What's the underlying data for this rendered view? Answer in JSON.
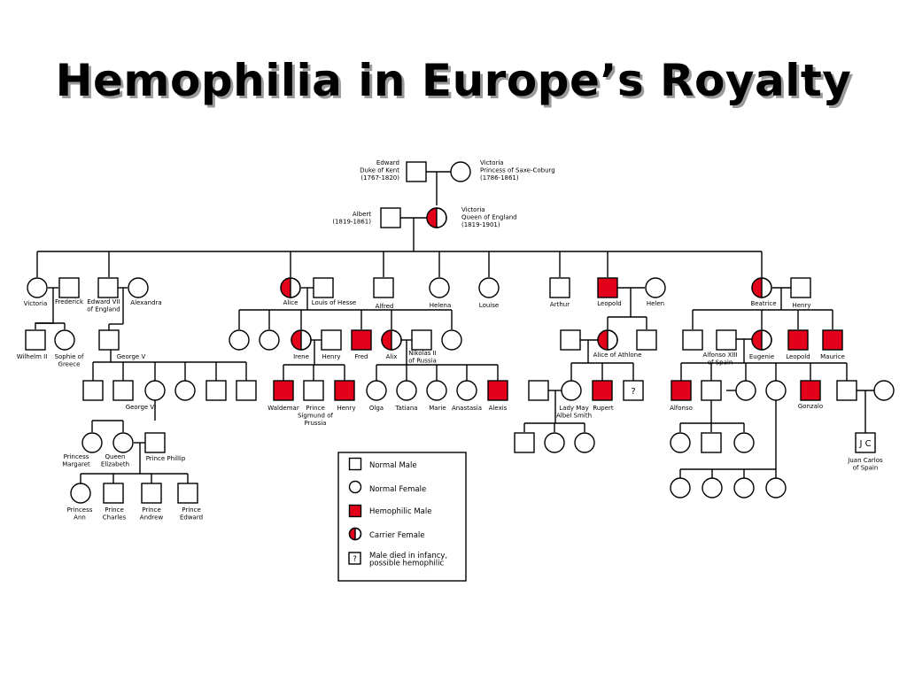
{
  "title": "Hemophilia in Europe’s Royalty",
  "colors": {
    "hemophilic": "#e3001b",
    "line": "#000000",
    "background": "#ffffff"
  },
  "people": {
    "edward": [
      "Edward",
      "Duke of Kent",
      "(1767-1820)"
    ],
    "victoria_saxe": [
      "Victoria",
      "Princess of Saxe-Coburg",
      "(1786-1861)"
    ],
    "albert": [
      "Albert",
      "(1819-1861)"
    ],
    "victoria_queen": [
      "Victoria",
      "Queen of England",
      "(1819-1901)"
    ],
    "victoria_g2": "Victoria",
    "frederick": "Frederick",
    "edward7": [
      "Edward VII",
      "of England"
    ],
    "alexandra": "Alexandra",
    "alice": "Alice",
    "louis": "Louis of Hesse",
    "alfred": "Alfred",
    "helena": "Helena",
    "louise": "Louise",
    "arthur": "Arthur",
    "leopold": "Leopold",
    "helen": "Helen",
    "beatrice": "Beatrice",
    "henry_b": "Henry",
    "wilhelm": "Wilhelm II",
    "sophie": [
      "Sophie of",
      "Greece"
    ],
    "george5": "George V",
    "irene": "Irene",
    "henry_i": "Henry",
    "fred": "Fred",
    "alix": "Alix",
    "nikolas": [
      "Nikolas II",
      "of Russia"
    ],
    "alice_athlone": "Alice of Athlone",
    "alfonso13": [
      "Alfonso XIII",
      "of Spain"
    ],
    "eugenie": "Eugenie",
    "leopold_b": "Leopold",
    "maurice": "Maurice",
    "george6": "George VI",
    "waldemar": "Waldemar",
    "sigmund": [
      "Prince",
      "Sigmund of",
      "Prussia"
    ],
    "henry_w": "Henry",
    "olga": "Olga",
    "tatiana": "Tatiana",
    "marie": "Marie",
    "anastasia": "Anastasia",
    "alexis": "Alexis",
    "lady_may": [
      "Lady May",
      "Albel Smith"
    ],
    "rupert": "Rupert",
    "alfonso": "Alfonso",
    "gonzalo": "Gonzalo",
    "margaret": [
      "Princess",
      "Margaret"
    ],
    "elizabeth": [
      "Queen",
      "Elizabeth"
    ],
    "philip": "Prince Phillip",
    "juan_carlos_initials": "J C",
    "juan_carlos": [
      "Juan Carlos",
      "of Spain"
    ],
    "anne": [
      "Princess",
      "Ann"
    ],
    "charles": [
      "Prince",
      "Charles"
    ],
    "andrew": [
      "Prince",
      "Andrew"
    ],
    "edward_p": [
      "Prince",
      "Edward"
    ],
    "unknown_mark": "?"
  },
  "legend": {
    "normal_male": "Normal Male",
    "normal_female": "Normal Female",
    "hemophilic_male": "Hemophilic Male",
    "carrier_female": "Carrier Female",
    "died_infancy": [
      "Male died in infancy,",
      "possible hemophilic"
    ],
    "died_infancy_mark": "?"
  }
}
